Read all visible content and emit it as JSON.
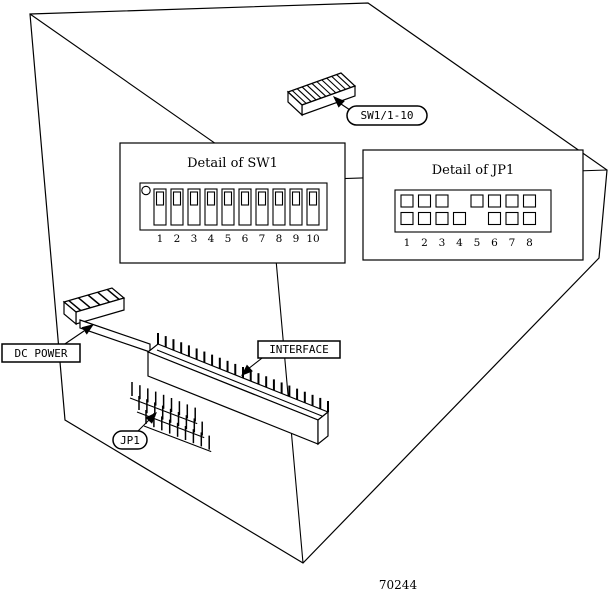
{
  "figure_number": "70244",
  "colors": {
    "line": "#000000",
    "background": "#ffffff"
  },
  "callouts": {
    "sw1": {
      "label": "SW1/1-10"
    },
    "dc_power": {
      "label": "DC POWER"
    },
    "interface": {
      "label": "INTERFACE"
    },
    "jp1": {
      "label": "JP1"
    }
  },
  "sw1_detail": {
    "title": "Detail of SW1",
    "positions": [
      "1",
      "2",
      "3",
      "4",
      "5",
      "6",
      "7",
      "8",
      "9",
      "10"
    ]
  },
  "jp1_detail": {
    "title": "Detail of JP1",
    "positions": [
      "1",
      "2",
      "3",
      "4",
      "5",
      "6",
      "7",
      "8"
    ],
    "top_row": [
      1,
      1,
      1,
      0,
      1,
      1,
      1,
      1
    ],
    "bottom_row": [
      1,
      1,
      1,
      1,
      0,
      1,
      1,
      1
    ]
  }
}
